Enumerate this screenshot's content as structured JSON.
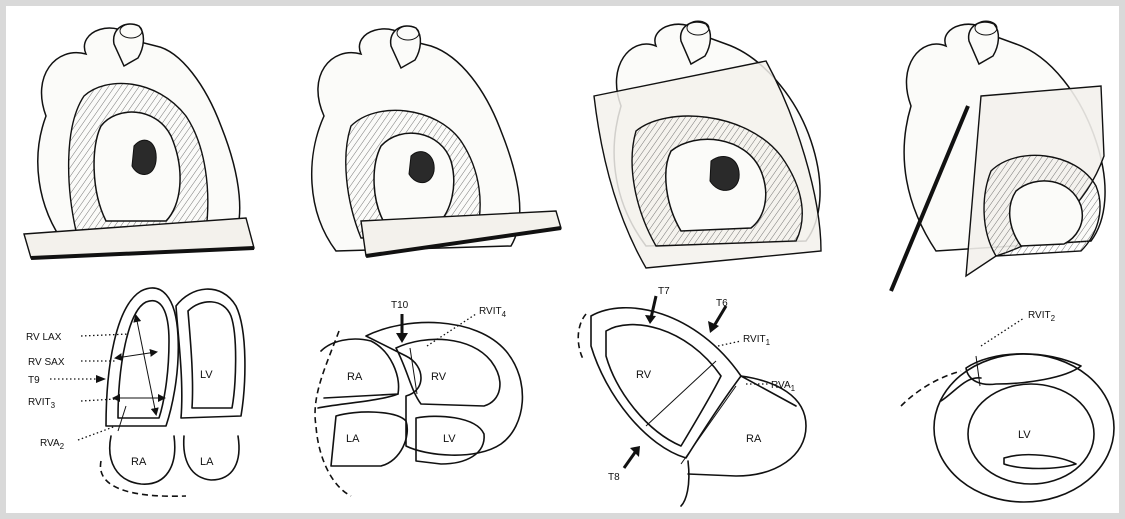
{
  "panels": [
    {
      "id": "A",
      "labels": {
        "rv_lax": "RV LAX",
        "rv_sax": "RV SAX",
        "t9": "T9",
        "rvit3": "RVIT",
        "rvit3_sub": "3",
        "rva2": "RVA",
        "rva2_sub": "2",
        "lv": "LV",
        "ra": "RA",
        "la": "LA"
      }
    },
    {
      "id": "B",
      "labels": {
        "t10": "T10",
        "rvit4": "RVIT",
        "rvit4_sub": "4",
        "ra": "RA",
        "rv": "RV",
        "la": "LA",
        "lv": "LV"
      }
    },
    {
      "id": "C",
      "labels": {
        "t7": "T7",
        "t6": "T6",
        "rvit1": "RVIT",
        "rvit1_sub": "1",
        "rv": "RV",
        "rva1": "RVA",
        "rva1_sub": "1",
        "ra": "RA",
        "t8": "T8"
      }
    },
    {
      "id": "D",
      "labels": {
        "rvit2": "RVIT",
        "rvit2_sub": "2",
        "lv": "LV"
      }
    }
  ]
}
